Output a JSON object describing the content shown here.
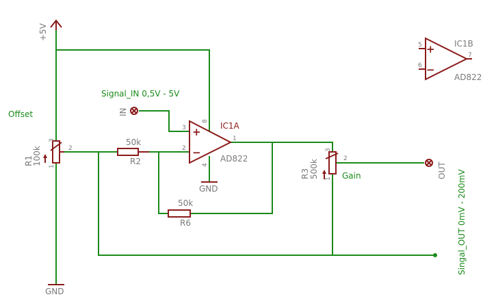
{
  "supply": {
    "label": "+5V"
  },
  "grounds": {
    "ground_label": "GND"
  },
  "r1": {
    "name": "R1",
    "value": "100k",
    "pin1": "1",
    "pin2": "2",
    "pin3": "3"
  },
  "r2": {
    "name": "R2",
    "value": "50k"
  },
  "r6": {
    "name": "R6",
    "value": "50k"
  },
  "r3": {
    "name": "R3",
    "value": "500k",
    "pin1": "1",
    "pin2": "2",
    "pin3": "3"
  },
  "ic1a": {
    "name": "IC1A",
    "part": "AD822",
    "pin_out": "1",
    "pin_inv": "2",
    "pin_noninv": "3",
    "pin_vcc": "8",
    "pin_gnd": "4",
    "plus": "+",
    "minus": "−"
  },
  "ic1b": {
    "name": "IC1B",
    "part": "AD822",
    "pin_noninv": "5",
    "pin_inv": "6",
    "pin_out": "7",
    "plus": "+",
    "minus": "−"
  },
  "labels": {
    "offset": "Offset",
    "gain": "Gain",
    "signal_in": "Signal_IN 0,5V - 5V",
    "signal_out": "Singal_OUT 0mV - 200mV",
    "in_connector": "IN",
    "out_connector": "OUT"
  },
  "colors": {
    "wire": "#1a8a1a",
    "component": "#8b1a1a",
    "text_grey": "#7a7a7a"
  }
}
